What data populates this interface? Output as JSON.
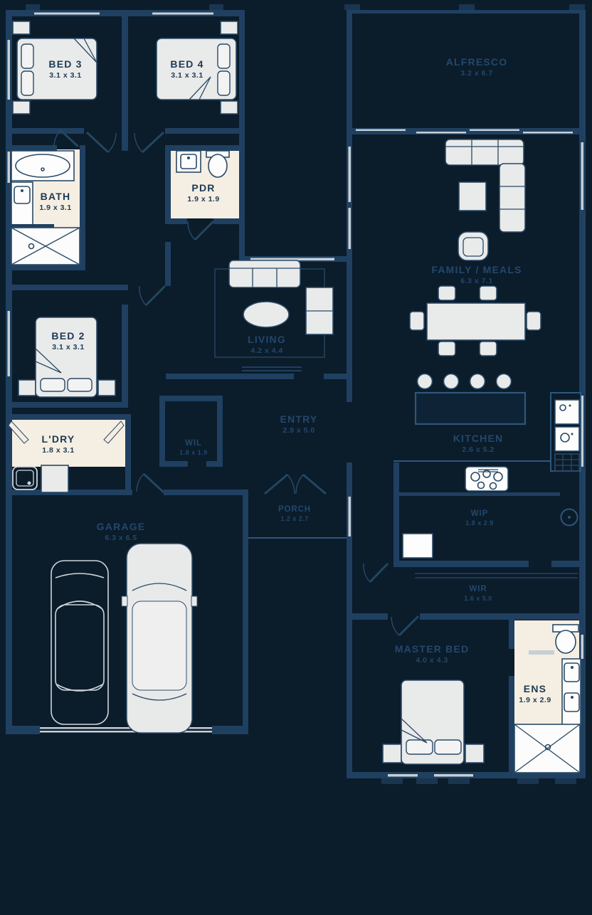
{
  "plan": {
    "palette": {
      "background": "#0b1c2b",
      "wall": "#1f4060",
      "window": "#c7cfd6",
      "cream_room": "#f5eee2",
      "furniture": "#e9eaea",
      "label_on_dark": "#23486b",
      "label_on_light": "#1d3a55"
    },
    "rooms": [
      {
        "name": "BED 3",
        "dims": "3.1 x 3.1"
      },
      {
        "name": "BED 4",
        "dims": "3.1 x 3.1"
      },
      {
        "name": "ALFRESCO",
        "dims": "3.2 x 6.7"
      },
      {
        "name": "BATH",
        "dims": "1.9 x 3.1"
      },
      {
        "name": "PDR",
        "dims": "1.9 x 1.9"
      },
      {
        "name": "FAMILY / MEALS",
        "dims": "6.3 x 7.1"
      },
      {
        "name": "BED 2",
        "dims": "3.1 x 3.1"
      },
      {
        "name": "LIVING",
        "dims": "4.2 x 4.4"
      },
      {
        "name": "L'DRY",
        "dims": "1.8 x 3.1"
      },
      {
        "name": "WIL",
        "dims": "1.8 x 1.9"
      },
      {
        "name": "ENTRY",
        "dims": "2.9 x 5.0"
      },
      {
        "name": "KITCHEN",
        "dims": "2.6 x 5.2"
      },
      {
        "name": "PORCH",
        "dims": "1.2 x 2.7"
      },
      {
        "name": "GARAGE",
        "dims": "6.3 x 6.5"
      },
      {
        "name": "WIP",
        "dims": "1.8 x 2.9"
      },
      {
        "name": "WIR",
        "dims": "1.6 x 5.0"
      },
      {
        "name": "MASTER BED",
        "dims": "4.0 x 4.3"
      },
      {
        "name": "ENS",
        "dims": "1.9 x 2.9"
      }
    ]
  }
}
